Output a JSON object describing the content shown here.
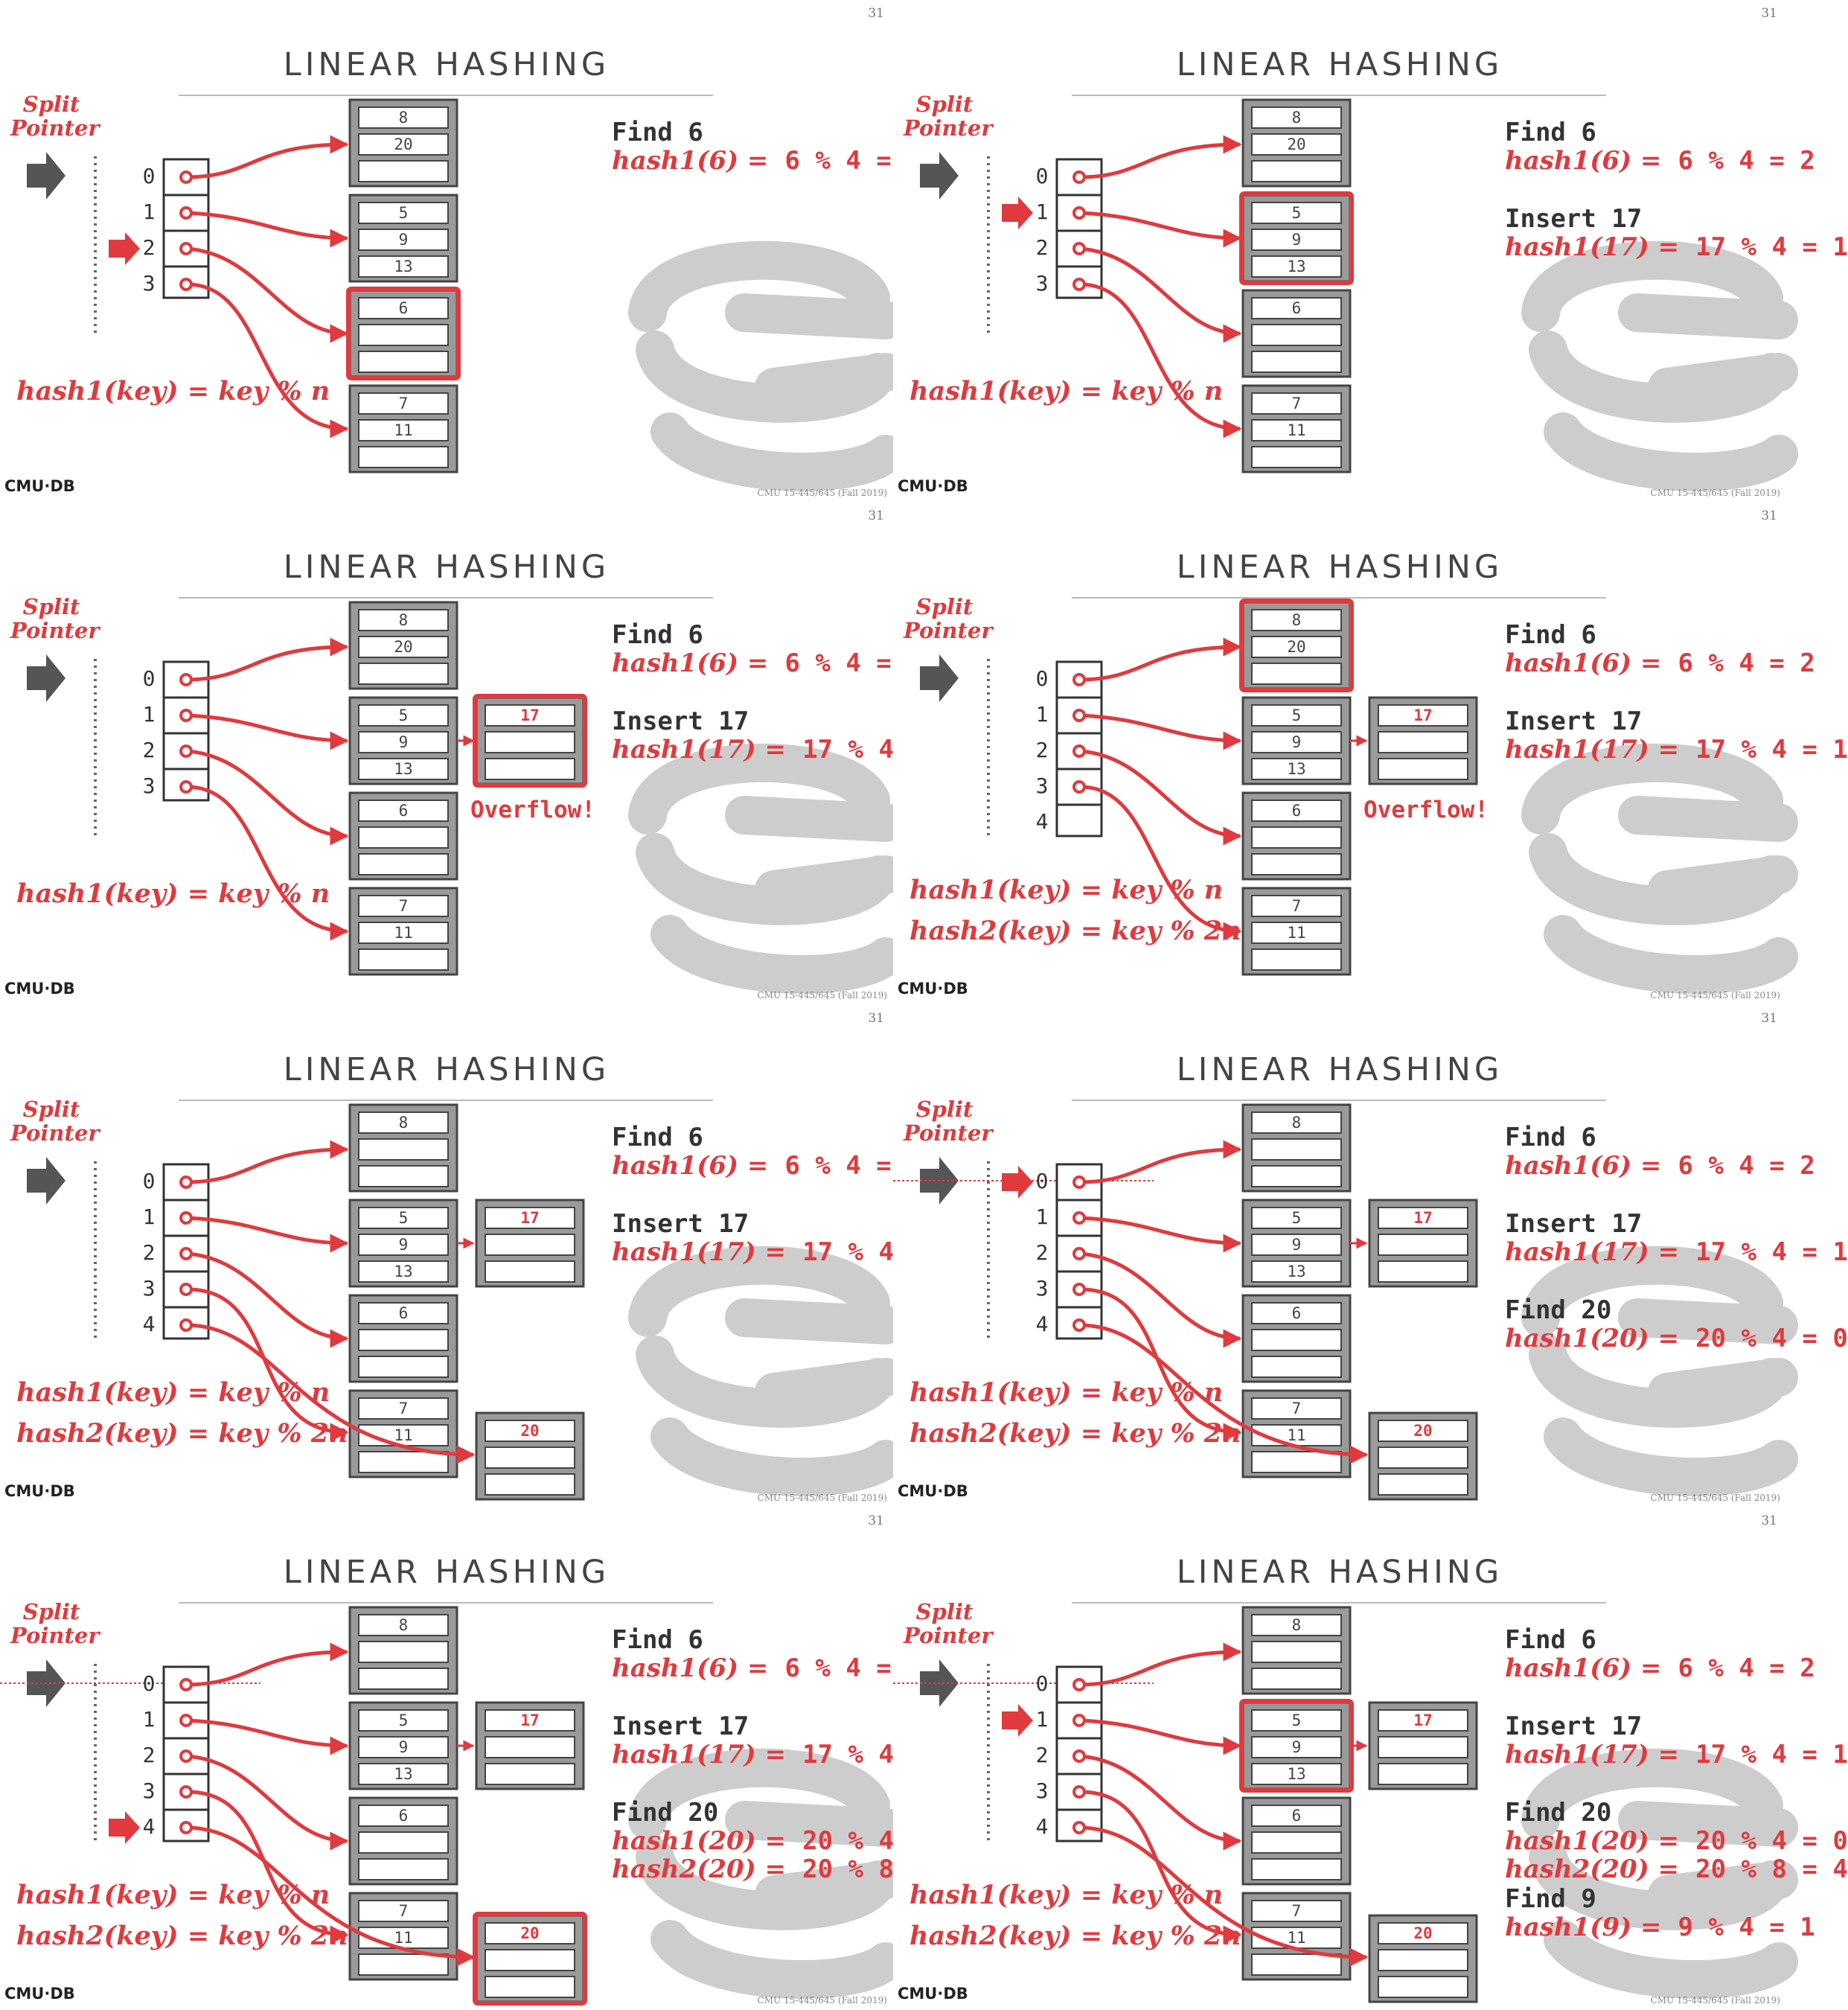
{
  "common": {
    "slide_number": "31",
    "title": "LINEAR HASHING",
    "split_pointer_line1": "Split",
    "split_pointer_line2": "Pointer",
    "directory_indices": [
      "0",
      "1",
      "2",
      "3",
      "4"
    ],
    "buckets": [
      {
        "slots": [
          "8",
          "20",
          ""
        ]
      },
      {
        "slots": [
          "5",
          "9",
          "13"
        ]
      },
      {
        "slots": [
          "6",
          "",
          ""
        ]
      },
      {
        "slots": [
          "7",
          "11",
          ""
        ]
      }
    ],
    "overflow_value": "17",
    "overflow_label": "Overflow!",
    "new_bucket_value": "20",
    "find6_label": "Find 6",
    "find6_lhs": "hash1(6) =",
    "find6_rhs": "6 % 4 = 2",
    "insert17_label": "Insert 17",
    "insert17_lhs": "hash1(17) =",
    "insert17_rhs": "17 % 4 = 1",
    "find20_label": "Find 20",
    "find20_h1_lhs": "hash1(20) =",
    "find20_h1_rhs": "20 % 4 = 0",
    "find20_h2_lhs": "hash2(20) =",
    "find20_h2_rhs": "20 % 8 = 4",
    "find9_label": "Find 9",
    "find9_lhs": "hash1(9) =",
    "find9_rhs": "9 % 4 = 1",
    "formula_hash1": "hash1(key) = key % n",
    "formula_hash2": "hash2(key) = key % 2n",
    "logo_text": "CMU·DB",
    "footer": "CMU 15-445/645 (Fall 2019)"
  },
  "slides": [
    {
      "split_pointer_at": "2",
      "dir_size": 4,
      "overflow": false,
      "bucket4": false,
      "bucket0_has_20": true,
      "highlight": "bucket2",
      "ops": [
        "find6"
      ],
      "formulas": [
        "hash1"
      ]
    },
    {
      "split_pointer_at": "1",
      "dir_size": 4,
      "overflow": false,
      "bucket4": false,
      "bucket0_has_20": true,
      "highlight": "bucket1",
      "ops": [
        "find6",
        "insert17"
      ],
      "formulas": [
        "hash1"
      ]
    },
    {
      "split_pointer_at": "none",
      "dir_size": 4,
      "overflow": true,
      "bucket4": false,
      "bucket0_has_20": true,
      "highlight": "overflow",
      "ops": [
        "find6",
        "insert17"
      ],
      "formulas": [
        "hash1"
      ]
    },
    {
      "split_pointer_at": "none",
      "dir_size": 5,
      "overflow": true,
      "bucket4": false,
      "bucket0_has_20": true,
      "highlight": "bucket0",
      "ops": [
        "find6",
        "insert17"
      ],
      "formulas": [
        "hash1",
        "hash2"
      ]
    },
    {
      "split_pointer_at": "none",
      "dir_size": 5,
      "overflow": true,
      "bucket4": true,
      "bucket0_has_20": false,
      "highlight": "none",
      "ops": [
        "find6",
        "insert17"
      ],
      "formulas": [
        "hash1",
        "hash2"
      ]
    },
    {
      "split_pointer_at": "0",
      "dir_size": 5,
      "overflow": true,
      "bucket4": true,
      "bucket0_has_20": false,
      "highlight": "none",
      "ops": [
        "find6",
        "insert17",
        "find20a"
      ],
      "formulas": [
        "hash1",
        "hash2"
      ],
      "dotted_line": true
    },
    {
      "split_pointer_at": "4",
      "dir_size": 5,
      "overflow": true,
      "bucket4": true,
      "bucket0_has_20": false,
      "highlight": "bucket4",
      "ops": [
        "find6",
        "insert17",
        "find20b"
      ],
      "formulas": [
        "hash1",
        "hash2"
      ],
      "dotted_line": true
    },
    {
      "split_pointer_at": "1",
      "dir_size": 5,
      "overflow": true,
      "bucket4": true,
      "bucket0_has_20": false,
      "highlight": "bucket1",
      "ops": [
        "find6",
        "insert17",
        "find20b",
        "find9"
      ],
      "formulas": [
        "hash1",
        "hash2"
      ],
      "dotted_line": true
    }
  ],
  "colors": {
    "accent": "#e03a3e",
    "dark_arrow": "#555555",
    "bucket_frame": "#555555",
    "watermark": "#c8c8c8",
    "title_text": "#444444"
  }
}
